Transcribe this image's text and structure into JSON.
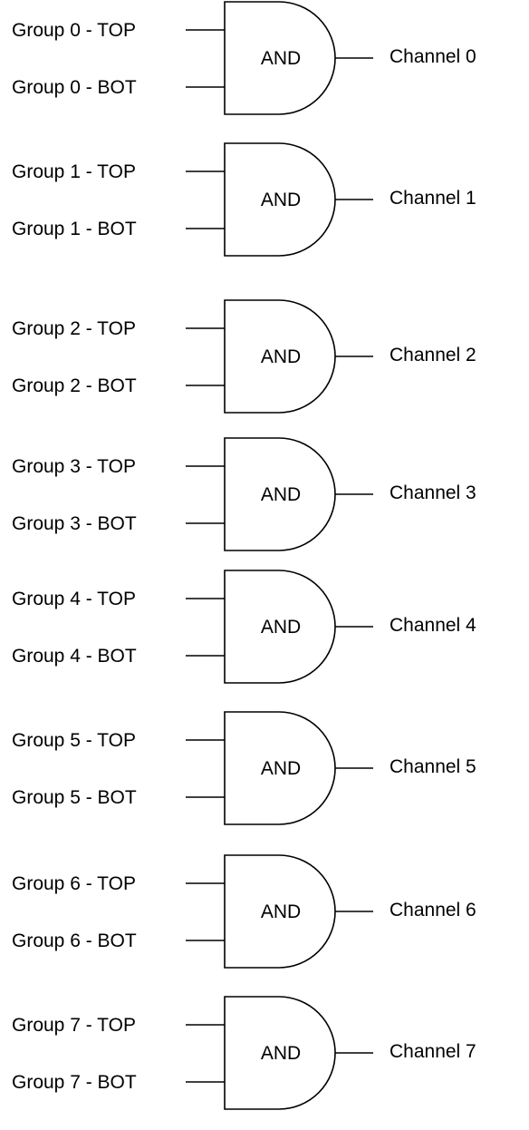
{
  "gates": [
    {
      "input_top": "Group 0 - TOP",
      "input_bot": "Group 0 - BOT",
      "type": "AND",
      "output": "Channel 0"
    },
    {
      "input_top": "Group 1 - TOP",
      "input_bot": "Group 1 - BOT",
      "type": "AND",
      "output": "Channel 1"
    },
    {
      "input_top": "Group 2 - TOP",
      "input_bot": "Group 2 - BOT",
      "type": "AND",
      "output": "Channel 2"
    },
    {
      "input_top": "Group 3 - TOP",
      "input_bot": "Group 3 - BOT",
      "type": "AND",
      "output": "Channel 3"
    },
    {
      "input_top": "Group 4 - TOP",
      "input_bot": "Group 4 - BOT",
      "type": "AND",
      "output": "Channel 4"
    },
    {
      "input_top": "Group 5 - TOP",
      "input_bot": "Group 5 - BOT",
      "type": "AND",
      "output": "Channel 5"
    },
    {
      "input_top": "Group 6 - TOP",
      "input_bot": "Group 6 - BOT",
      "type": "AND",
      "output": "Channel 6"
    },
    {
      "input_top": "Group 7 - TOP",
      "input_bot": "Group 7 - BOT",
      "type": "AND",
      "output": "Channel 7"
    }
  ]
}
